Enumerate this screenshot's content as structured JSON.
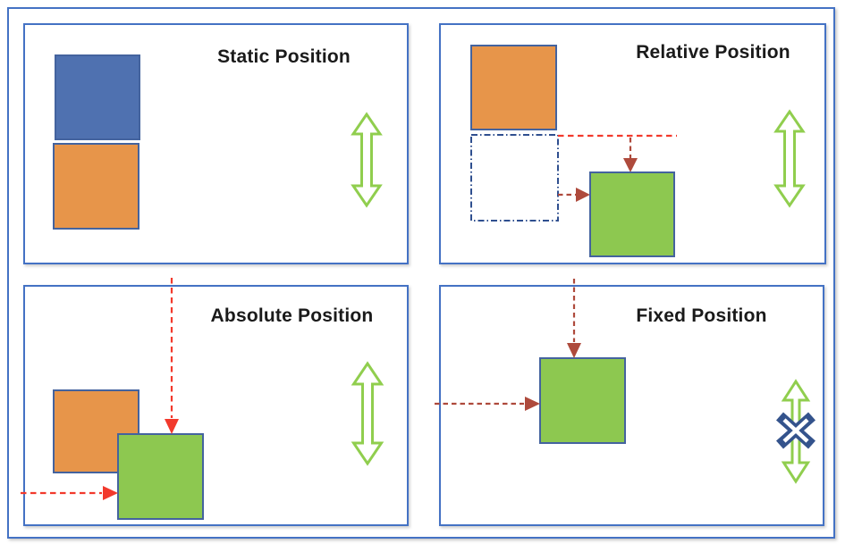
{
  "panels": {
    "static": {
      "title": "Static Position"
    },
    "relative": {
      "title": "Relative Position"
    },
    "absolute": {
      "title": "Absolute Position"
    },
    "fixed": {
      "title": "Fixed Position"
    }
  },
  "icons": {
    "scroll_arrow": "vertical-double-arrow (page scrolls)",
    "no_scroll_x": "x-mark over arrow (does not scroll)"
  },
  "colors": {
    "panel_border": "#4472C4",
    "square_outline": "#44639E",
    "blue": "#4F71B0",
    "orange": "#E7954A",
    "green": "#8DC850",
    "arrow_green": "#90CE4E",
    "ghost_navy": "#2F4F8F",
    "red_bright": "#F2392C",
    "red_dark": "#AE4A3C",
    "x_navy": "#34538C",
    "title_text": "#1A1A1A"
  }
}
